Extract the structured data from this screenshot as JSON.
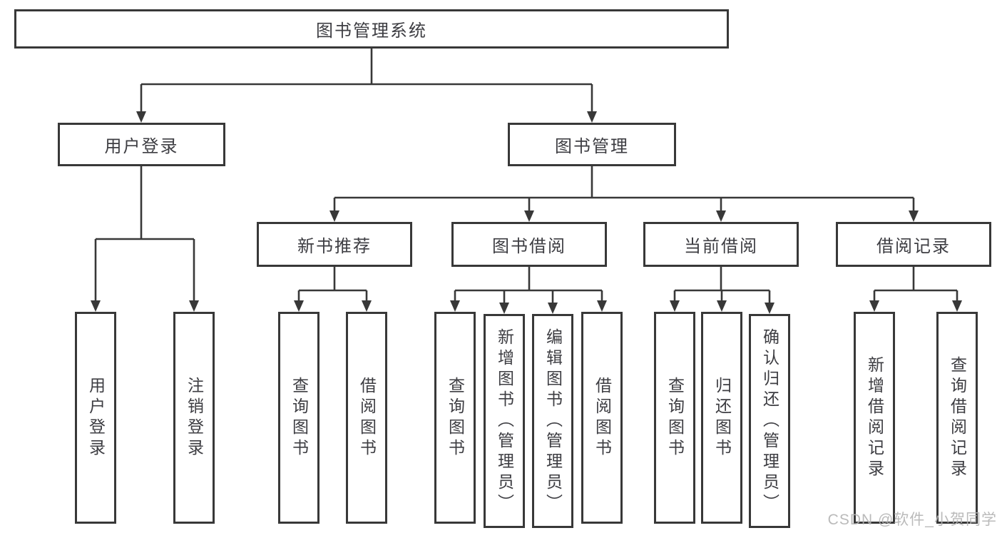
{
  "title": "图书管理系统",
  "watermark": "CSDN @软件_小贺同学",
  "colors": {
    "line": "#383838",
    "text": "#3d3d42",
    "watermark": "#b3b3b3",
    "background": "#ffffff"
  },
  "chart_data": {
    "type": "tree-diagram",
    "title": "图书管理系统"
  },
  "tree": {
    "root": {
      "label": "图书管理系统"
    },
    "branches": [
      {
        "label": "用户登录",
        "children": [
          {
            "label": "用户登录"
          },
          {
            "label": "注销登录"
          }
        ]
      },
      {
        "label": "图书管理",
        "children": [
          {
            "label": "新书推荐",
            "children": [
              {
                "label": "查询图书"
              },
              {
                "label": "借阅图书"
              }
            ]
          },
          {
            "label": "图书借阅",
            "children": [
              {
                "label": "查询图书"
              },
              {
                "label": "新增图书（管理员）"
              },
              {
                "label": "编辑图书（管理员）"
              },
              {
                "label": "借阅图书"
              }
            ]
          },
          {
            "label": "当前借阅",
            "children": [
              {
                "label": "查询图书"
              },
              {
                "label": "归还图书"
              },
              {
                "label": "确认归还（管理员）"
              }
            ]
          },
          {
            "label": "借阅记录",
            "children": [
              {
                "label": "新增借阅记录"
              },
              {
                "label": "查询借阅记录"
              }
            ]
          }
        ]
      }
    ]
  }
}
